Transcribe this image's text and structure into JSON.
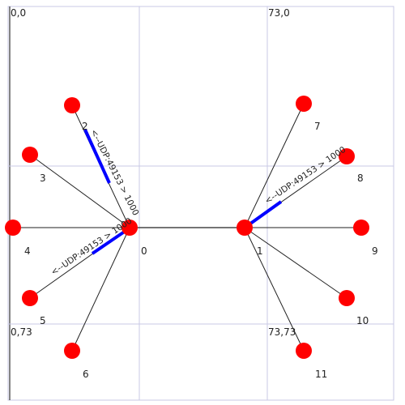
{
  "grid": {
    "corner_labels": {
      "top_left": "0,0",
      "top_right": "73,0",
      "bottom_left": "0,73",
      "bottom_right": "73,73"
    }
  },
  "nodes": [
    {
      "id": "0",
      "label": "0"
    },
    {
      "id": "1",
      "label": "1"
    },
    {
      "id": "2",
      "label": "2"
    },
    {
      "id": "3",
      "label": "3"
    },
    {
      "id": "4",
      "label": "4"
    },
    {
      "id": "5",
      "label": "5"
    },
    {
      "id": "6",
      "label": "6"
    },
    {
      "id": "7",
      "label": "7"
    },
    {
      "id": "8",
      "label": "8"
    },
    {
      "id": "9",
      "label": "9"
    },
    {
      "id": "10",
      "label": "10"
    },
    {
      "id": "11",
      "label": "11"
    }
  ],
  "flows": [
    {
      "name": "flow-2-to-0",
      "label": "<--UDP:49153 > 1000"
    },
    {
      "name": "flow-5-to-0",
      "label": "<--UDP:49153 > 1000"
    },
    {
      "name": "flow-8-to-1",
      "label": "<--UDP:49153 > 1000"
    }
  ],
  "colors": {
    "node": "#ff0000",
    "link": "#222222",
    "flow": "#0000ff",
    "grid": "#c8c8e6"
  }
}
